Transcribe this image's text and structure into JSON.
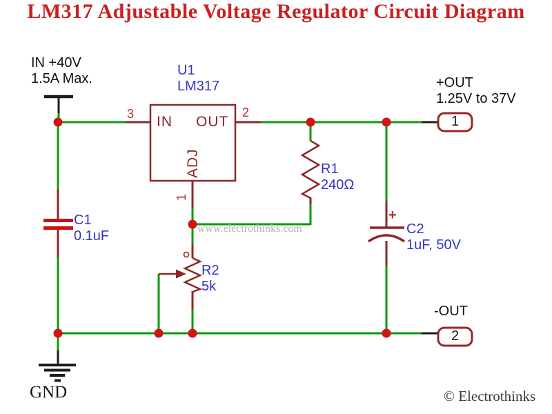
{
  "title": "LM317 Adjustable Voltage Regulator Circuit Diagram",
  "input": {
    "line1": "IN +40V",
    "line2": "1.5A Max."
  },
  "ic": {
    "ref": "U1",
    "part": "LM317",
    "pins": {
      "in": {
        "name": "IN",
        "number": "3"
      },
      "out": {
        "name": "OUT",
        "number": "2"
      },
      "adj": {
        "name": "ADJ",
        "number": "1"
      }
    }
  },
  "components": {
    "c1": {
      "ref": "C1",
      "value": "0.1uF"
    },
    "r1": {
      "ref": "R1",
      "value": "240Ω"
    },
    "r2": {
      "ref": "R2",
      "value": "5k"
    },
    "c2": {
      "ref": "C2",
      "value": "1uF, 50V",
      "polarity": "+"
    }
  },
  "outputs": {
    "positive": {
      "label": "+OUT",
      "range": "1.25V to 37V",
      "terminal": "1"
    },
    "negative": {
      "label": "-OUT",
      "terminal": "2"
    }
  },
  "ground": {
    "label": "GND"
  },
  "watermark": "www.electrothinks.com",
  "copyright": "© Electrothinks",
  "colors": {
    "wire_green": "#0a9a0a",
    "component_red": "#8b2727",
    "pin_number_red": "#a93226",
    "junction_red": "#d21414",
    "label_blue": "#3434c8",
    "title_red": "#cc1f1f",
    "capacitor_plate_red": "#cc1111",
    "terminal_border_red": "#9b2424",
    "watermark_gray": "#b2b2b2",
    "text_black": "#111111"
  }
}
